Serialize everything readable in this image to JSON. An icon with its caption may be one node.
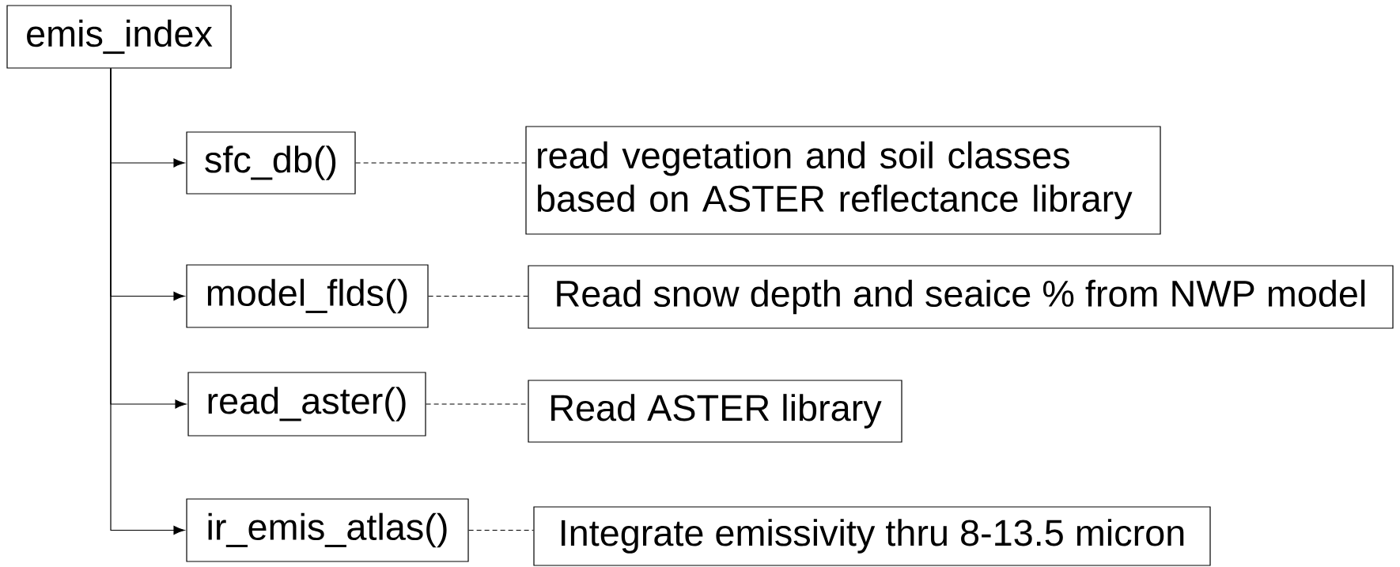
{
  "diagram": {
    "nodes": [
      {
        "text": [
          "emis_index"
        ]
      },
      {
        "text": [
          "sfc_db()"
        ]
      },
      {
        "text": [
          "read vegetation and soil classes based on ASTER reflectance library"
        ]
      },
      {
        "text": [
          "model_flds()"
        ]
      },
      {
        "text": [
          "Read snow depth and seaice % from NWP model"
        ]
      },
      {
        "text": [
          "read_aster()"
        ]
      },
      {
        "text": [
          "Read ASTER library"
        ]
      },
      {
        "text": [
          "ir_emis_atlas()"
        ]
      },
      {
        "text": [
          "Integrate emissivity thru 8-13.5 micron"
        ]
      }
    ],
    "edges": [
      {
        "from": 0,
        "to": 1,
        "arrow": "to"
      },
      {
        "from": 0,
        "to": 3,
        "arrow": "to"
      },
      {
        "from": 0,
        "to": 5,
        "arrow": "to"
      },
      {
        "from": 0,
        "to": 7,
        "arrow": "to"
      },
      {
        "from": 1,
        "to": 2,
        "arrow": "none",
        "style": "dashed"
      },
      {
        "from": 3,
        "to": 4,
        "arrow": "none",
        "style": "dashed"
      },
      {
        "from": 5,
        "to": 6,
        "arrow": "none",
        "style": "dashed"
      },
      {
        "from": 7,
        "to": 8,
        "arrow": "none",
        "style": "dashed"
      }
    ]
  }
}
